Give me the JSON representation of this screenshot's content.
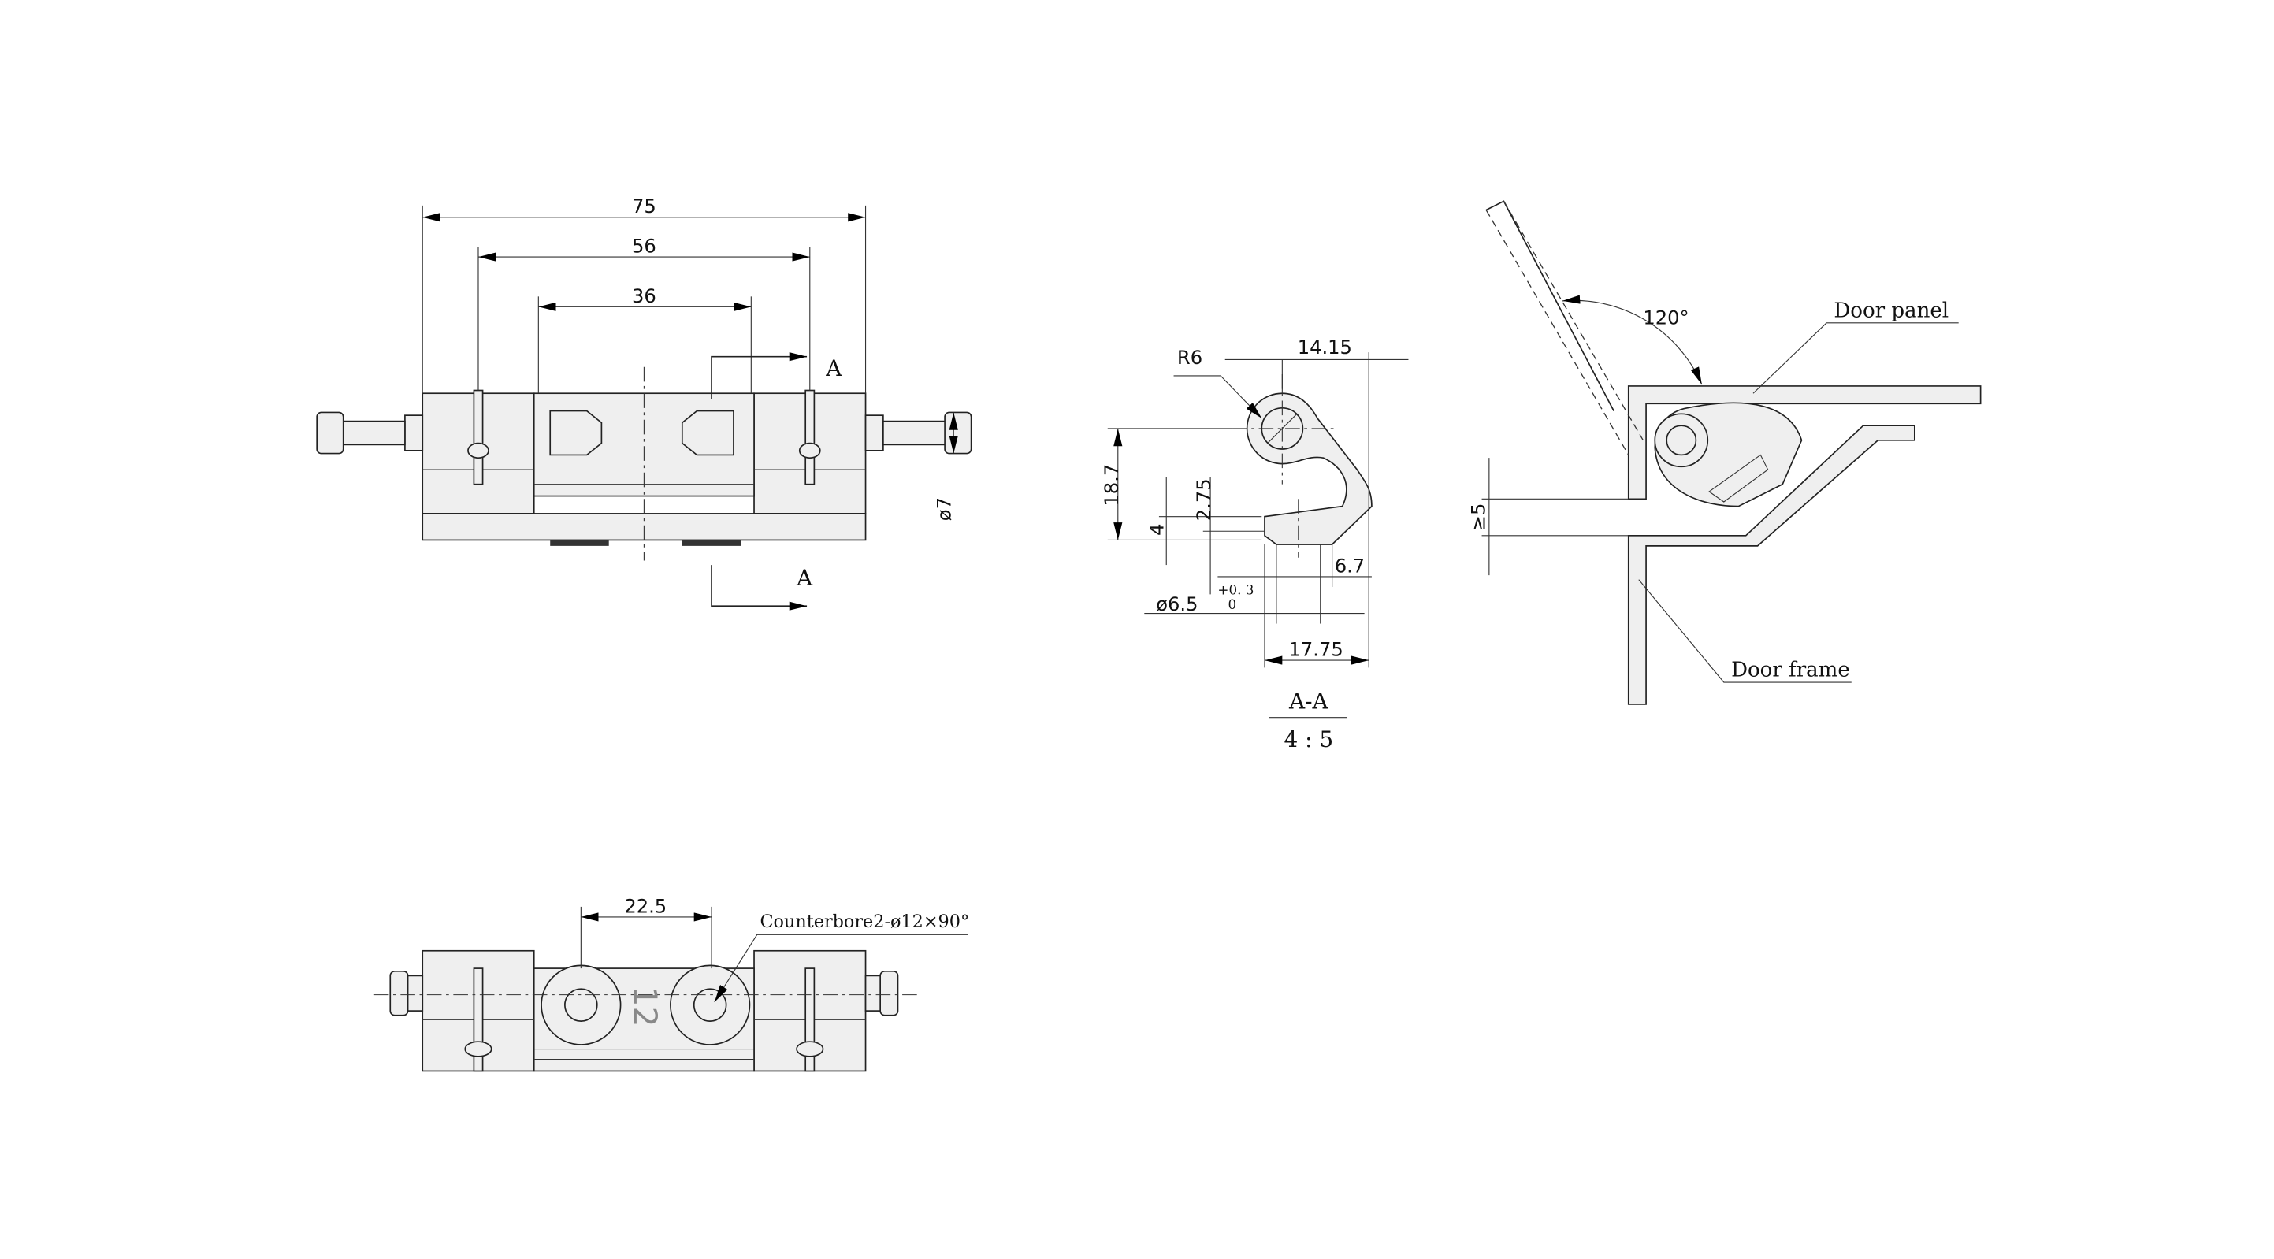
{
  "top_view": {
    "dim_overall": "75",
    "dim_pin_spacing": "56",
    "dim_inner": "36",
    "dim_pin_diameter": "ø7",
    "section_marker_top": "A",
    "section_marker_bottom": "A"
  },
  "section_view": {
    "radius": "R6",
    "dim_width_top": "14.15",
    "dim_height": "18.7",
    "dim_thickness": "4",
    "dim_counterbore_depth": "2.75",
    "dim_offset": "6.7",
    "dim_hole": "ø6.5",
    "tol_upper": "+0. 3",
    "tol_lower": "0",
    "dim_width_bottom": "17.75",
    "title": "A-A",
    "scale": "4 : 5"
  },
  "install_view": {
    "angle": "120°",
    "gap": "≥5",
    "label_panel": "Door panel",
    "label_frame": "Door frame"
  },
  "bottom_view": {
    "dim_hole_spacing": "22.5",
    "counterbore_note": "Counterbore2-ø12×90°",
    "engraving": "12"
  }
}
